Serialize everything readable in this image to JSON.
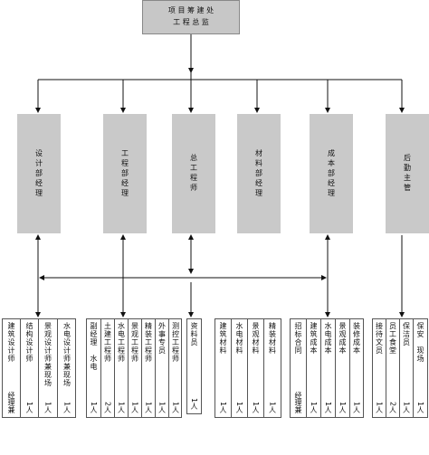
{
  "root": {
    "line1": "项 目 筹 建 处",
    "line2": "工 程 总 监"
  },
  "departments": [
    {
      "label": "设计部经理"
    },
    {
      "label": "工程部经理"
    },
    {
      "label": "总工程师"
    },
    {
      "label": "材料部经理"
    },
    {
      "label": "成本部经理"
    },
    {
      "label": "后勤主管"
    }
  ],
  "staff_groups": [
    {
      "members": [
        {
          "title": "建筑设计师",
          "count": "经理兼"
        },
        {
          "title": "结构设计师",
          "count": "1人"
        },
        {
          "title": "景观设计师兼现场",
          "count": "1人"
        },
        {
          "title": "水电设计师兼现场",
          "count": "1人"
        }
      ]
    },
    {
      "members": [
        {
          "title": "副经理　水电",
          "count": "1人"
        },
        {
          "title": "土建工程师",
          "count": "2人"
        },
        {
          "title": "水电工程师",
          "count": "1人"
        },
        {
          "title": "景观工程师",
          "count": "1人"
        },
        {
          "title": "精装工程师",
          "count": "1人"
        },
        {
          "title": "外事专员",
          "count": "1人"
        },
        {
          "title": "测控工程师",
          "count": "1人"
        }
      ]
    },
    {
      "members": [
        {
          "title": "资料员",
          "count": "1人"
        }
      ]
    },
    {
      "members": [
        {
          "title": "建筑材料",
          "count": "1人"
        },
        {
          "title": "水电材料",
          "count": "1人"
        },
        {
          "title": "景观材料",
          "count": "1人"
        },
        {
          "title": "精装材料",
          "count": "1人"
        }
      ]
    },
    {
      "members": [
        {
          "title": "招标合同",
          "count": "经理兼"
        },
        {
          "title": "建筑成本",
          "count": "1人"
        },
        {
          "title": "水电成本",
          "count": "1人"
        },
        {
          "title": "景观成本",
          "count": "1人"
        },
        {
          "title": "装修成本",
          "count": "1人"
        }
      ]
    },
    {
      "members": [
        {
          "title": "接待文员",
          "count": "1人"
        },
        {
          "title": "员工食堂",
          "count": "2人"
        },
        {
          "title": "保洁员",
          "count": "1人"
        },
        {
          "title": "保安　现场",
          "count": "1人"
        }
      ]
    }
  ]
}
